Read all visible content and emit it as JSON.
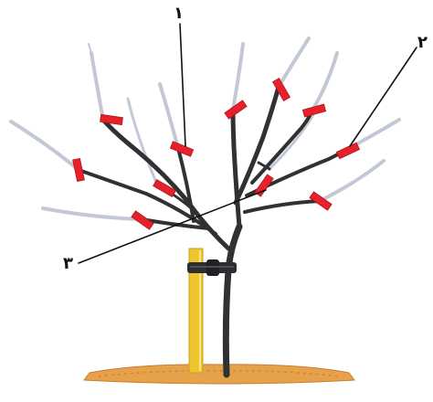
{
  "callouts": {
    "label_1": "۱",
    "label_2": "۲",
    "label_3": "۳"
  },
  "colors": {
    "branch": "#2f3133",
    "shoot": "#b9bfd0",
    "cut_mark": "#e5212b",
    "stake": "#e9c429",
    "soil": "#e29a3e",
    "leader_line": "#111111"
  }
}
